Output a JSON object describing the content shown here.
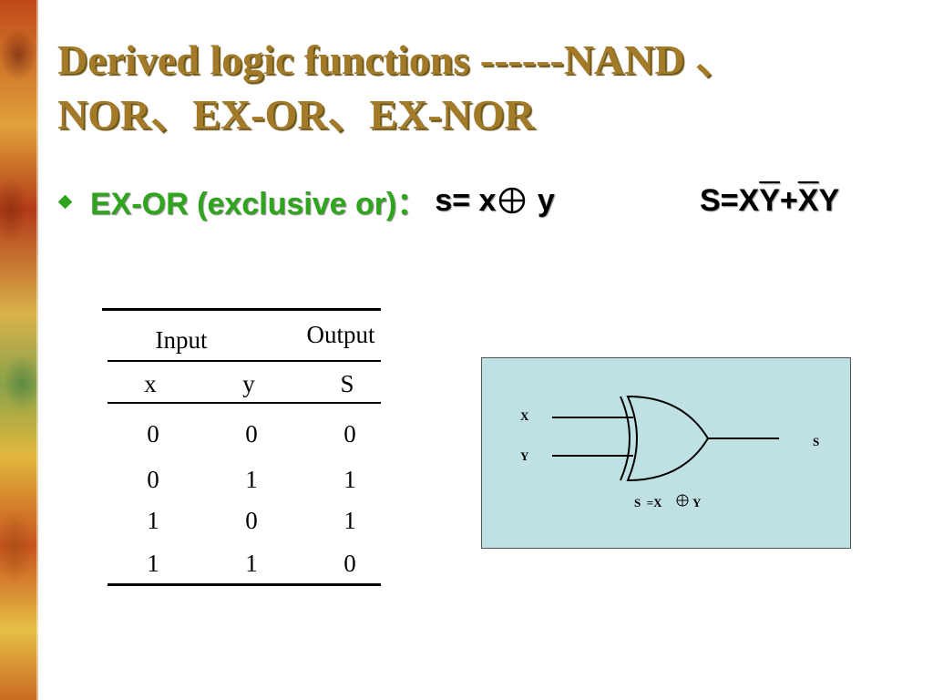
{
  "slide": {
    "title_line1": "Derived logic functions ------NAND 、",
    "title_line2": "NOR、EX-OR、EX-NOR",
    "bullet": {
      "label": "EX-OR (exclusive or)：",
      "formula1_left": "s= x",
      "formula1_right": " y",
      "formula2_parts": [
        "S=X",
        "Y",
        "+",
        "X",
        "Y"
      ]
    }
  },
  "truth_table": {
    "group_headers": [
      "Input",
      "Output"
    ],
    "columns": [
      "x",
      "y",
      "S"
    ],
    "rows": [
      [
        "0",
        "0",
        "0"
      ],
      [
        "0",
        "1",
        "1"
      ],
      [
        "1",
        "0",
        "1"
      ],
      [
        "1",
        "1",
        "0"
      ]
    ]
  },
  "gate_diagram": {
    "input_x": "X",
    "input_y": "Y",
    "output": "S",
    "equation_left": "S  =X",
    "equation_right": "Y"
  },
  "colors": {
    "title": "#a37a28",
    "bullet": "#2fa51d",
    "panel": "#bfe1e4"
  }
}
